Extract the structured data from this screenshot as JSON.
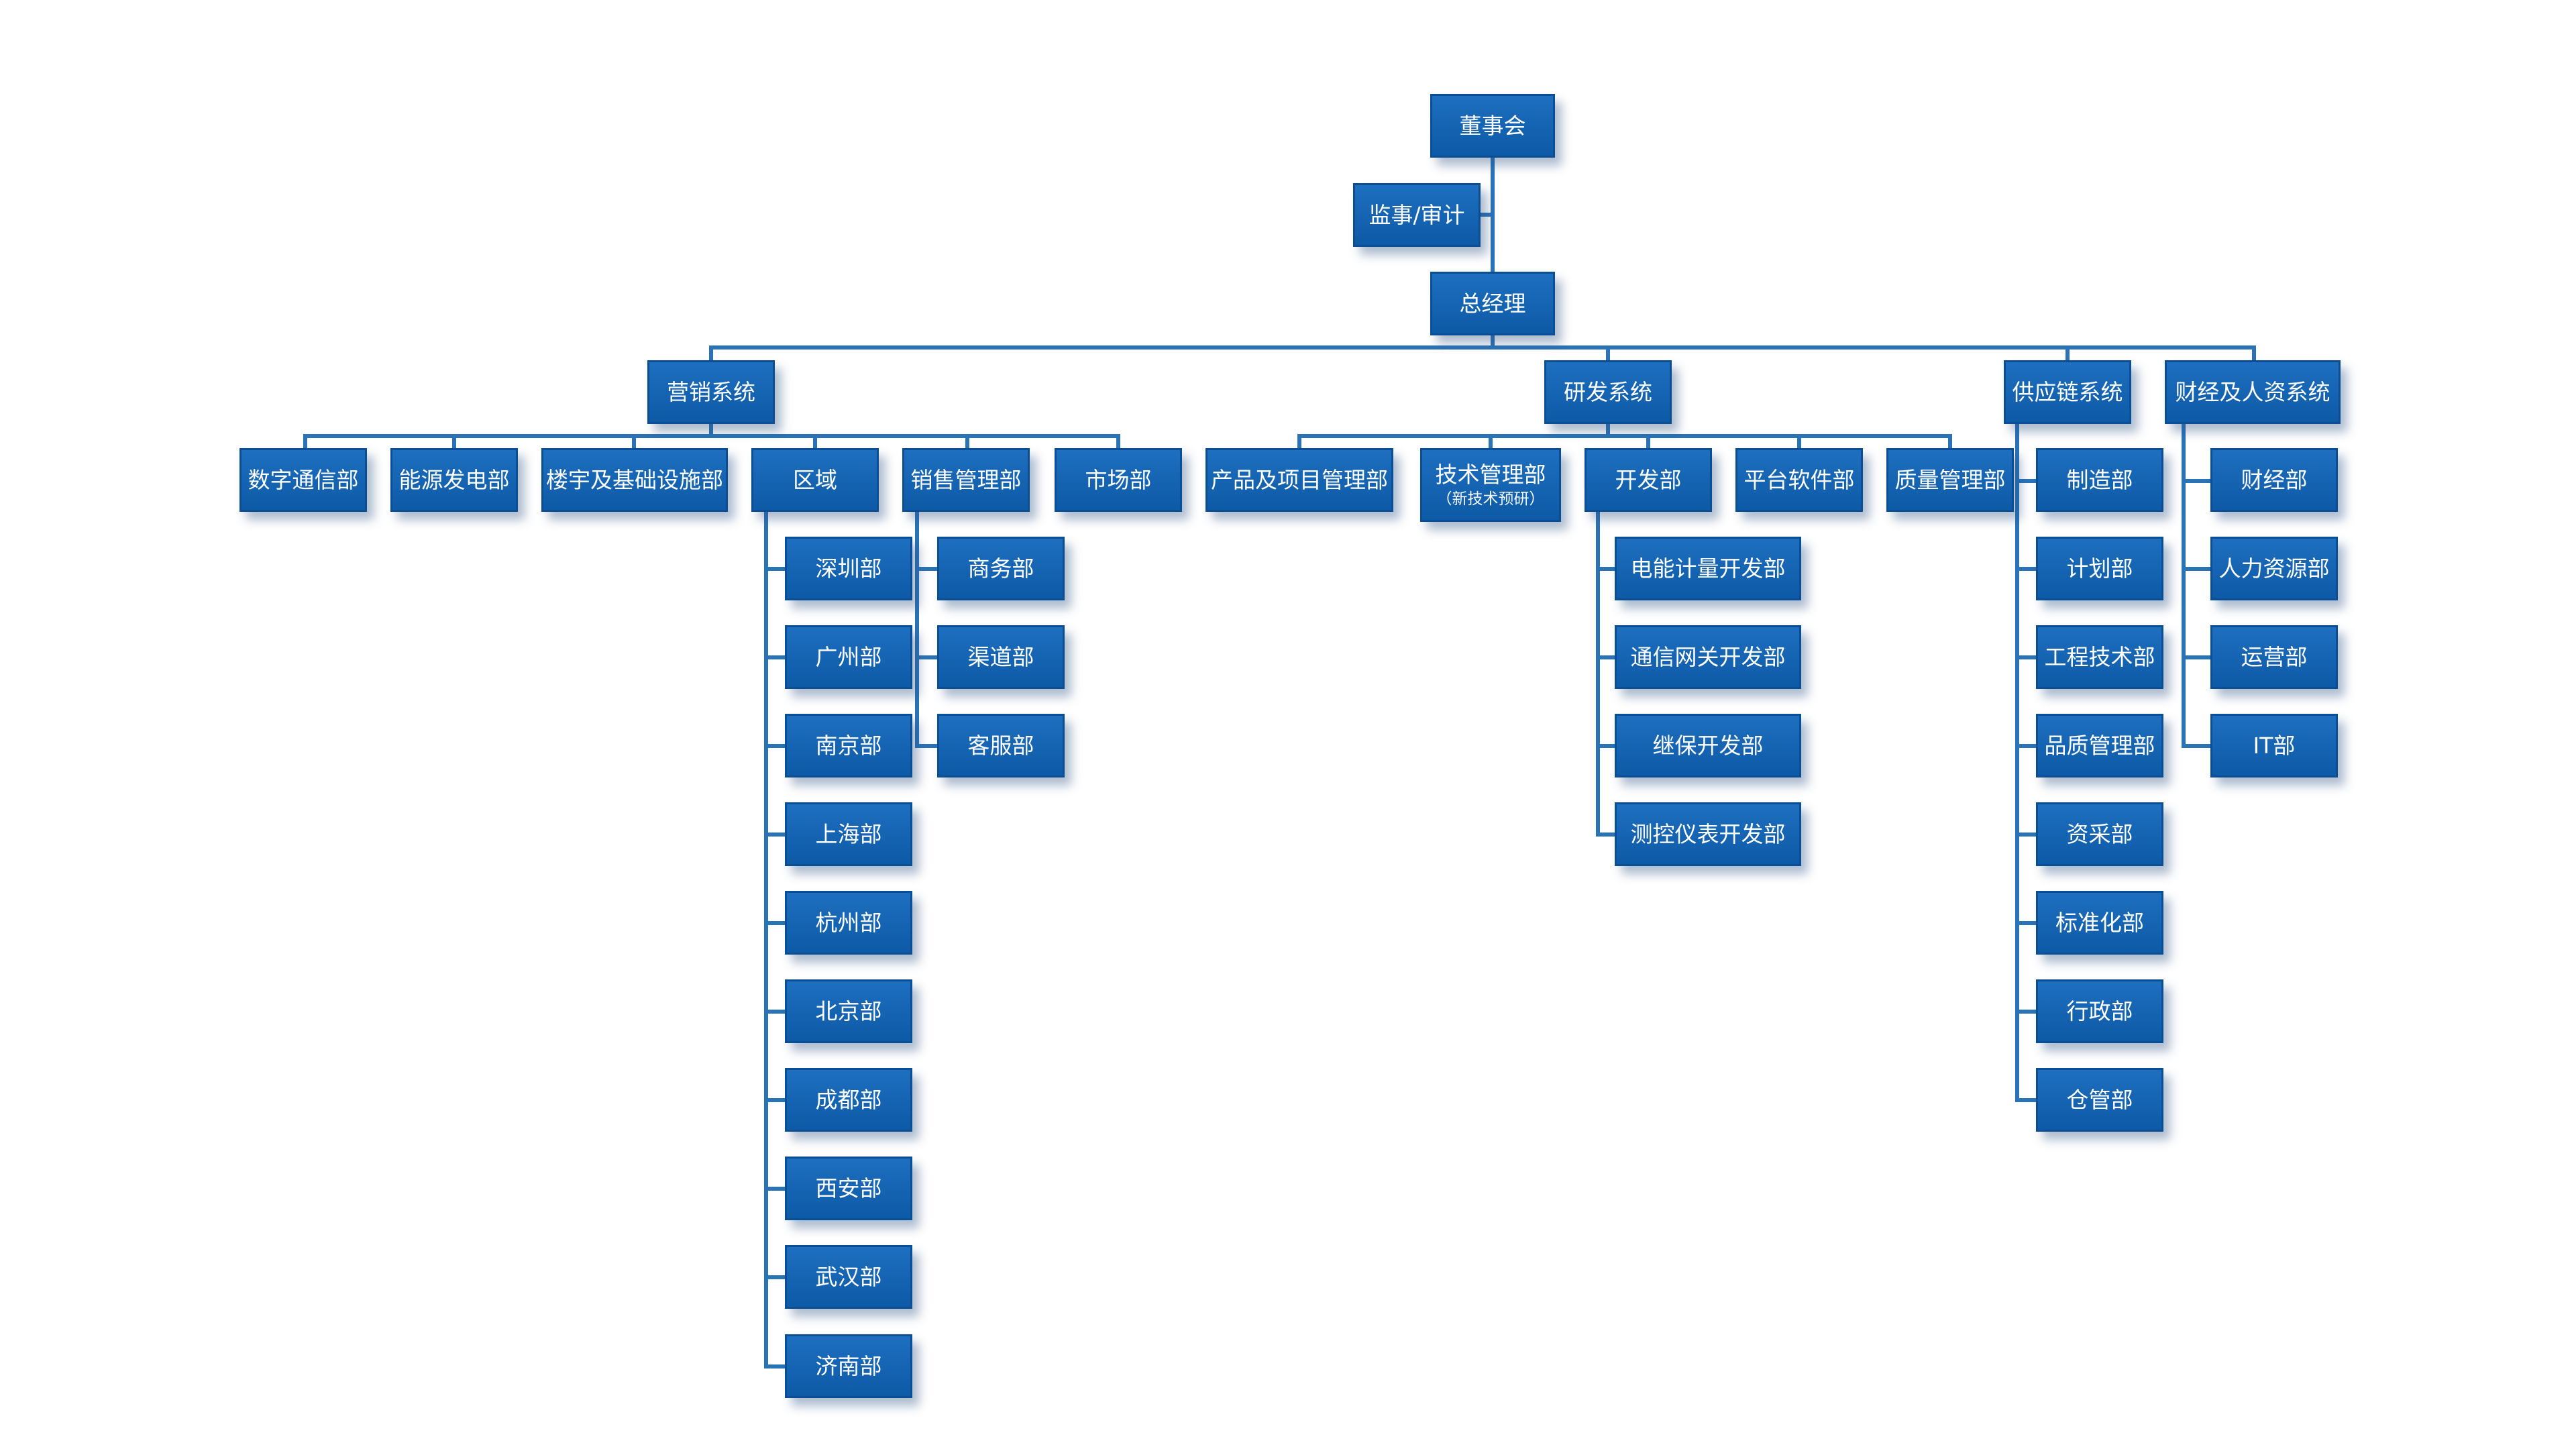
{
  "nodes": {
    "board": {
      "label": "董事会"
    },
    "audit": {
      "label": "监事/审计"
    },
    "gm": {
      "label": "总经理"
    },
    "marketing": {
      "label": "营销系统"
    },
    "rnd": {
      "label": "研发系统"
    },
    "supply": {
      "label": "供应链系统"
    },
    "finance_hr": {
      "label": "财经及人资系统"
    },
    "digital_comm": {
      "label": "数字通信部"
    },
    "energy_power": {
      "label": "能源发电部"
    },
    "building_infra": {
      "label": "楼宇及基础设施部"
    },
    "region": {
      "label": "区域"
    },
    "sales_mgmt": {
      "label": "销售管理部"
    },
    "market": {
      "label": "市场部"
    },
    "product_project": {
      "label": "产品及项目管理部"
    },
    "tech_mgmt": {
      "label": "技术管理部",
      "sub": "（新技术预研）"
    },
    "dev": {
      "label": "开发部"
    },
    "platform_sw": {
      "label": "平台软件部"
    },
    "quality_mgmt": {
      "label": "质量管理部"
    },
    "shenzhen": {
      "label": "深圳部"
    },
    "guangzhou": {
      "label": "广州部"
    },
    "nanjing": {
      "label": "南京部"
    },
    "shanghai": {
      "label": "上海部"
    },
    "hangzhou": {
      "label": "杭州部"
    },
    "beijing": {
      "label": "北京部"
    },
    "chengdu": {
      "label": "成都部"
    },
    "xian": {
      "label": "西安部"
    },
    "wuhan": {
      "label": "武汉部"
    },
    "jinan": {
      "label": "济南部"
    },
    "business": {
      "label": "商务部"
    },
    "channel": {
      "label": "渠道部"
    },
    "customer_service": {
      "label": "客服部"
    },
    "meter_dev": {
      "label": "电能计量开发部"
    },
    "gateway_dev": {
      "label": "通信网关开发部"
    },
    "relay_dev": {
      "label": "继保开发部"
    },
    "instrument_dev": {
      "label": "测控仪表开发部"
    },
    "manufacturing": {
      "label": "制造部"
    },
    "planning": {
      "label": "计划部"
    },
    "engineering": {
      "label": "工程技术部"
    },
    "quality_control": {
      "label": "品质管理部"
    },
    "procurement": {
      "label": "资采部"
    },
    "standardization": {
      "label": "标准化部"
    },
    "admin": {
      "label": "行政部"
    },
    "warehouse": {
      "label": "仓管部"
    },
    "finance": {
      "label": "财经部"
    },
    "hr": {
      "label": "人力资源部"
    },
    "operations": {
      "label": "运营部"
    },
    "it": {
      "label": "IT部"
    }
  },
  "edges": [
    [
      "board",
      "gm"
    ],
    [
      "audit",
      "gm"
    ],
    [
      "gm",
      "marketing"
    ],
    [
      "gm",
      "rnd"
    ],
    [
      "gm",
      "supply"
    ],
    [
      "gm",
      "finance_hr"
    ],
    [
      "marketing",
      "digital_comm"
    ],
    [
      "marketing",
      "energy_power"
    ],
    [
      "marketing",
      "building_infra"
    ],
    [
      "marketing",
      "region"
    ],
    [
      "marketing",
      "sales_mgmt"
    ],
    [
      "marketing",
      "market"
    ],
    [
      "region",
      "shenzhen"
    ],
    [
      "region",
      "guangzhou"
    ],
    [
      "region",
      "nanjing"
    ],
    [
      "region",
      "shanghai"
    ],
    [
      "region",
      "hangzhou"
    ],
    [
      "region",
      "beijing"
    ],
    [
      "region",
      "chengdu"
    ],
    [
      "region",
      "xian"
    ],
    [
      "region",
      "wuhan"
    ],
    [
      "region",
      "jinan"
    ],
    [
      "sales_mgmt",
      "business"
    ],
    [
      "sales_mgmt",
      "channel"
    ],
    [
      "sales_mgmt",
      "customer_service"
    ],
    [
      "rnd",
      "product_project"
    ],
    [
      "rnd",
      "tech_mgmt"
    ],
    [
      "rnd",
      "dev"
    ],
    [
      "rnd",
      "platform_sw"
    ],
    [
      "rnd",
      "quality_mgmt"
    ],
    [
      "dev",
      "meter_dev"
    ],
    [
      "dev",
      "gateway_dev"
    ],
    [
      "dev",
      "relay_dev"
    ],
    [
      "dev",
      "instrument_dev"
    ],
    [
      "supply",
      "manufacturing"
    ],
    [
      "supply",
      "planning"
    ],
    [
      "supply",
      "engineering"
    ],
    [
      "supply",
      "quality_control"
    ],
    [
      "supply",
      "procurement"
    ],
    [
      "supply",
      "standardization"
    ],
    [
      "supply",
      "admin"
    ],
    [
      "supply",
      "warehouse"
    ],
    [
      "finance_hr",
      "finance"
    ],
    [
      "finance_hr",
      "hr"
    ],
    [
      "finance_hr",
      "operations"
    ],
    [
      "finance_hr",
      "it"
    ]
  ],
  "colors": {
    "box_fill": "#1565b4",
    "box_border": "#0a4f95",
    "line": "#2a73b7",
    "text": "#ffffff",
    "background": "#ffffff"
  }
}
